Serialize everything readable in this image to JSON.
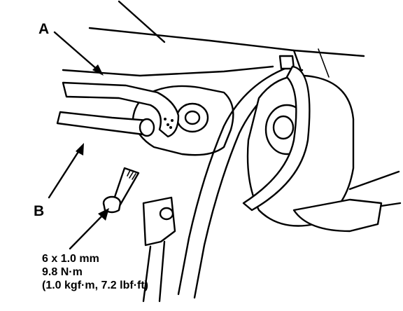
{
  "callouts": {
    "a": "A",
    "b": "B"
  },
  "bolt_spec": {
    "size": "6 x 1.0 mm",
    "torque_nm": "9.8 N·m",
    "torque_alt": "(1.0 kgf·m, 7.2 lbf·ft)"
  }
}
